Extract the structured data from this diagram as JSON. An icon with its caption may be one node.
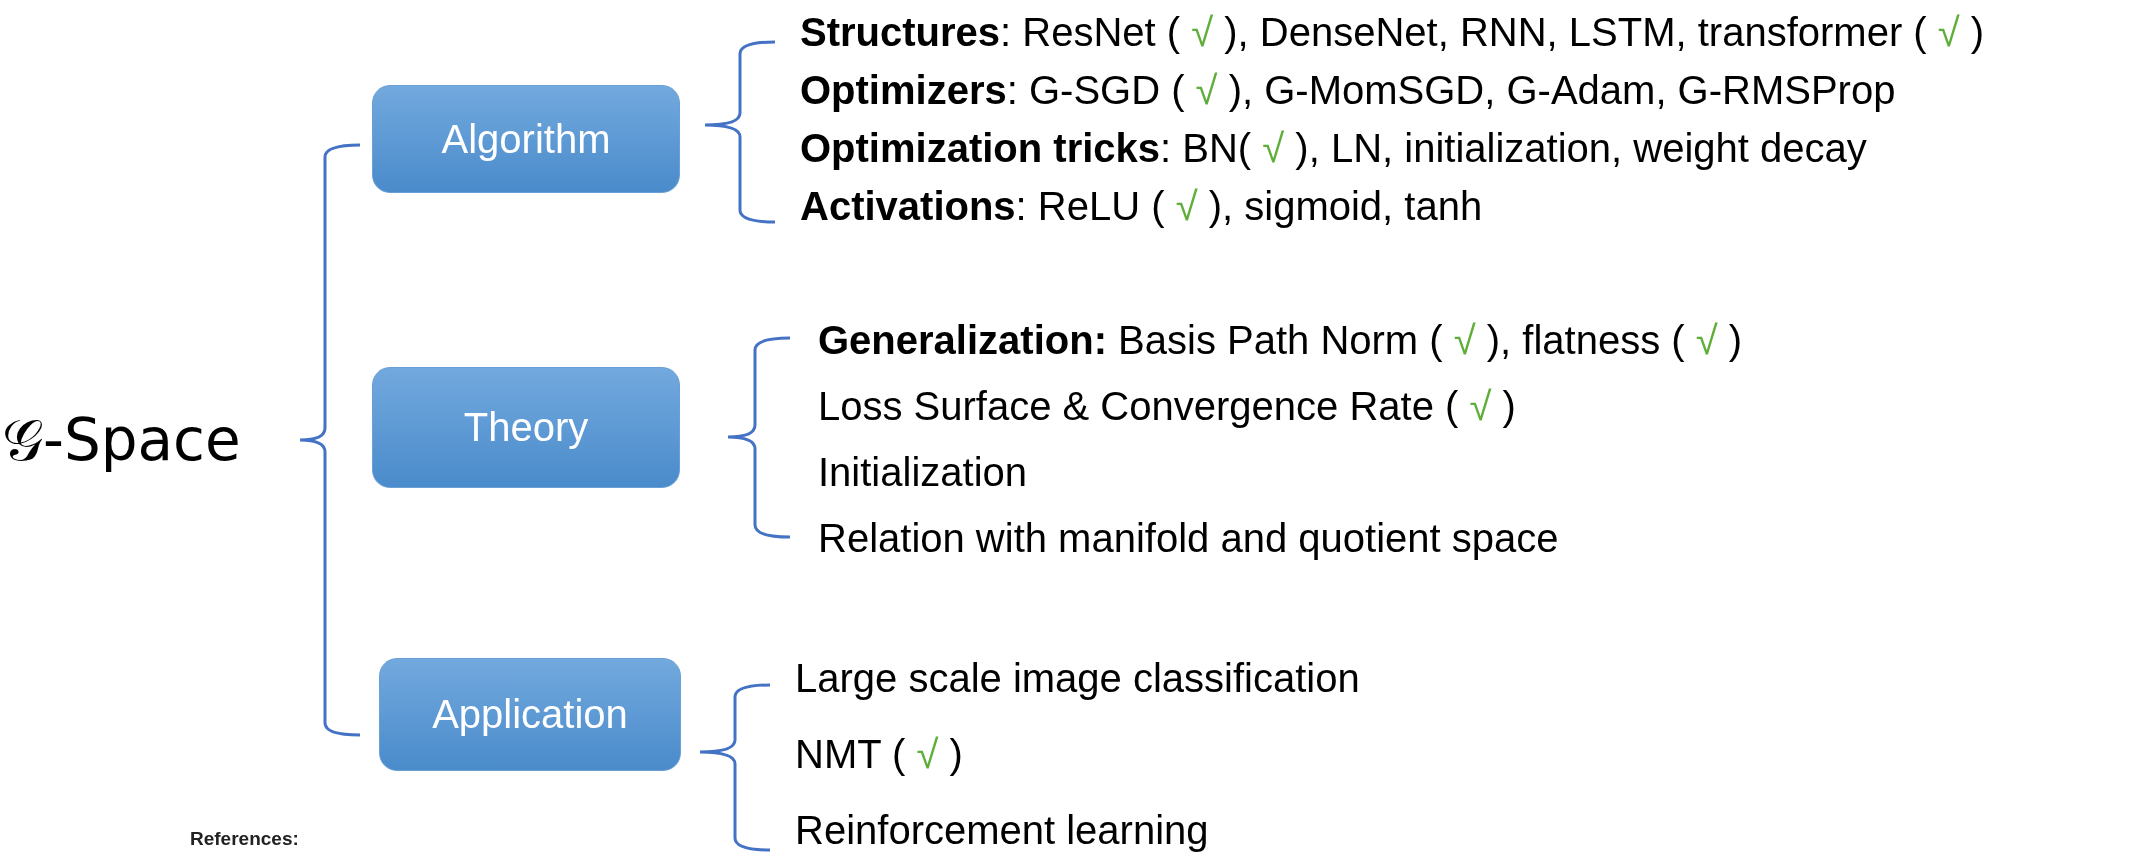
{
  "diagram": {
    "nodes": [
      {
        "text": [
          "𝒢-Space"
        ]
      },
      {
        "text": [
          "Algorithm"
        ],
        "beside": [
          "**Structures**: ResNet ( √ ), DenseNet, RNN, LSTM, transformer ( √ )",
          "**Optimizers**: G-SGD ( √ ), G-MomSGD, G-Adam, G-RMSProp",
          "**Optimization tricks**: BN( √ ), LN, initialization, weight decay",
          "**Activations**: ReLU ( √ ), sigmoid, tanh"
        ]
      },
      {
        "text": [
          "Theory"
        ],
        "beside": [
          "**Generalization:** Basis Path Norm ( √ ), flatness ( √ )",
          "Loss Surface & Convergence Rate ( √ )",
          "Initialization",
          "Relation with manifold and quotient space"
        ]
      },
      {
        "text": [
          "Application"
        ],
        "beside": [
          "Large scale image classification",
          "NMT ( √ )",
          "Reinforcement learning"
        ]
      }
    ],
    "labels": [
      "References:"
    ]
  }
}
